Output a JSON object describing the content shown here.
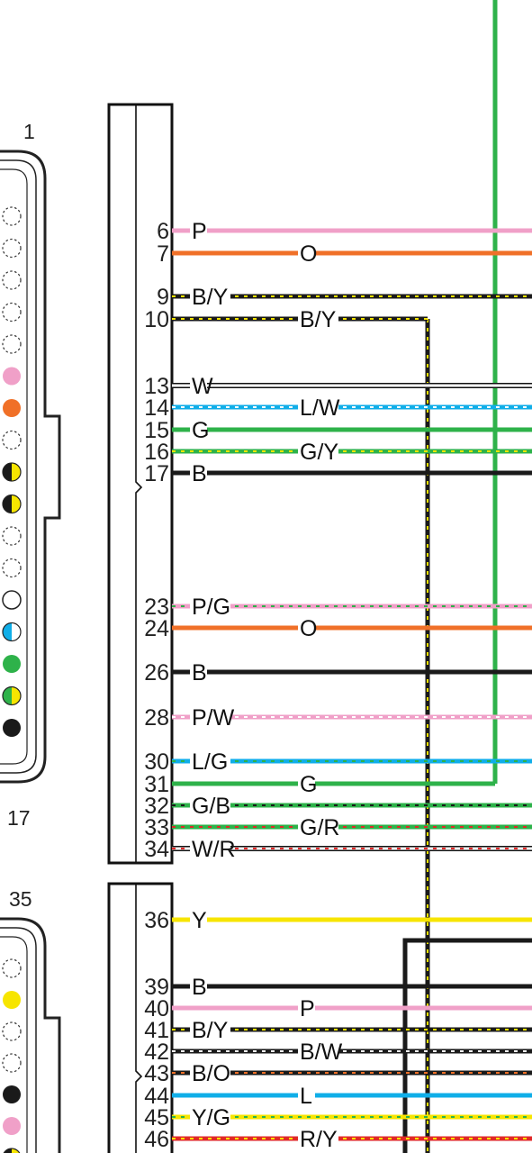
{
  "colors": {
    "P": "#f0a0c8",
    "O": "#f07028",
    "B": "#1a1a1a",
    "Y": "#f7e500",
    "W": "#ffffff",
    "L": "#10aee8",
    "G": "#2eb24a",
    "R": "#e02828",
    "Gy": "#9a9a9a"
  },
  "connector_a": {
    "label_top": "1",
    "label_bottom": "17",
    "pins": [
      "empty",
      "empty",
      "empty",
      "empty",
      "empty",
      "P",
      "O",
      "empty",
      "B/Y",
      "B/Y",
      "empty",
      "empty",
      "W",
      "L/W",
      "G",
      "G/Y",
      "B"
    ]
  },
  "connector_b": {
    "label_top": "35",
    "pins": [
      "empty",
      "Y",
      "empty",
      "empty",
      "B",
      "P",
      "B/Y"
    ]
  },
  "wires": [
    {
      "pin": "6",
      "color": "P",
      "label": "P",
      "label_pos": "start"
    },
    {
      "pin": "7",
      "color": "O",
      "label": "O",
      "label_pos": "mid"
    },
    {
      "pin": "9",
      "color": "B/Y",
      "label": "B/Y",
      "label_pos": "start"
    },
    {
      "pin": "10",
      "color": "B/Y",
      "label": "B/Y",
      "label_pos": "mid",
      "route": "down"
    },
    {
      "pin": "13",
      "color": "W",
      "label": "W",
      "label_pos": "start"
    },
    {
      "pin": "14",
      "color": "L/W",
      "label": "L/W",
      "label_pos": "mid"
    },
    {
      "pin": "15",
      "color": "G",
      "label": "G",
      "label_pos": "start"
    },
    {
      "pin": "16",
      "color": "G/Y",
      "label": "G/Y",
      "label_pos": "mid"
    },
    {
      "pin": "17",
      "color": "B",
      "label": "B",
      "label_pos": "start"
    },
    {
      "pin": "23",
      "color": "P/G",
      "label": "P/G",
      "label_pos": "start"
    },
    {
      "pin": "24",
      "color": "O",
      "label": "O",
      "label_pos": "mid"
    },
    {
      "pin": "26",
      "color": "B",
      "label": "B",
      "label_pos": "start"
    },
    {
      "pin": "28",
      "color": "P/W",
      "label": "P/W",
      "label_pos": "start"
    },
    {
      "pin": "30",
      "color": "L/G",
      "label": "L/G",
      "label_pos": "start"
    },
    {
      "pin": "31",
      "color": "G",
      "label": "G",
      "label_pos": "mid",
      "route": "up"
    },
    {
      "pin": "32",
      "color": "G/B",
      "label": "G/B",
      "label_pos": "start"
    },
    {
      "pin": "33",
      "color": "G/R",
      "label": "G/R",
      "label_pos": "mid"
    },
    {
      "pin": "34",
      "color": "W/R",
      "label": "W/R",
      "label_pos": "start"
    },
    {
      "pin": "36",
      "color": "Y",
      "label": "Y",
      "label_pos": "start"
    },
    {
      "pin": "39",
      "color": "B",
      "label": "B",
      "label_pos": "start"
    },
    {
      "pin": "40",
      "color": "P",
      "label": "P",
      "label_pos": "mid"
    },
    {
      "pin": "41",
      "color": "B/Y",
      "label": "B/Y",
      "label_pos": "start"
    },
    {
      "pin": "42",
      "color": "B/W",
      "label": "B/W",
      "label_pos": "mid"
    },
    {
      "pin": "43",
      "color": "B/O",
      "label": "B/O",
      "label_pos": "start"
    },
    {
      "pin": "44",
      "color": "L",
      "label": "L",
      "label_pos": "mid"
    },
    {
      "pin": "45",
      "color": "Y/G",
      "label": "Y/G",
      "label_pos": "start"
    },
    {
      "pin": "46",
      "color": "R/Y",
      "label": "R/Y",
      "label_pos": "mid"
    }
  ]
}
